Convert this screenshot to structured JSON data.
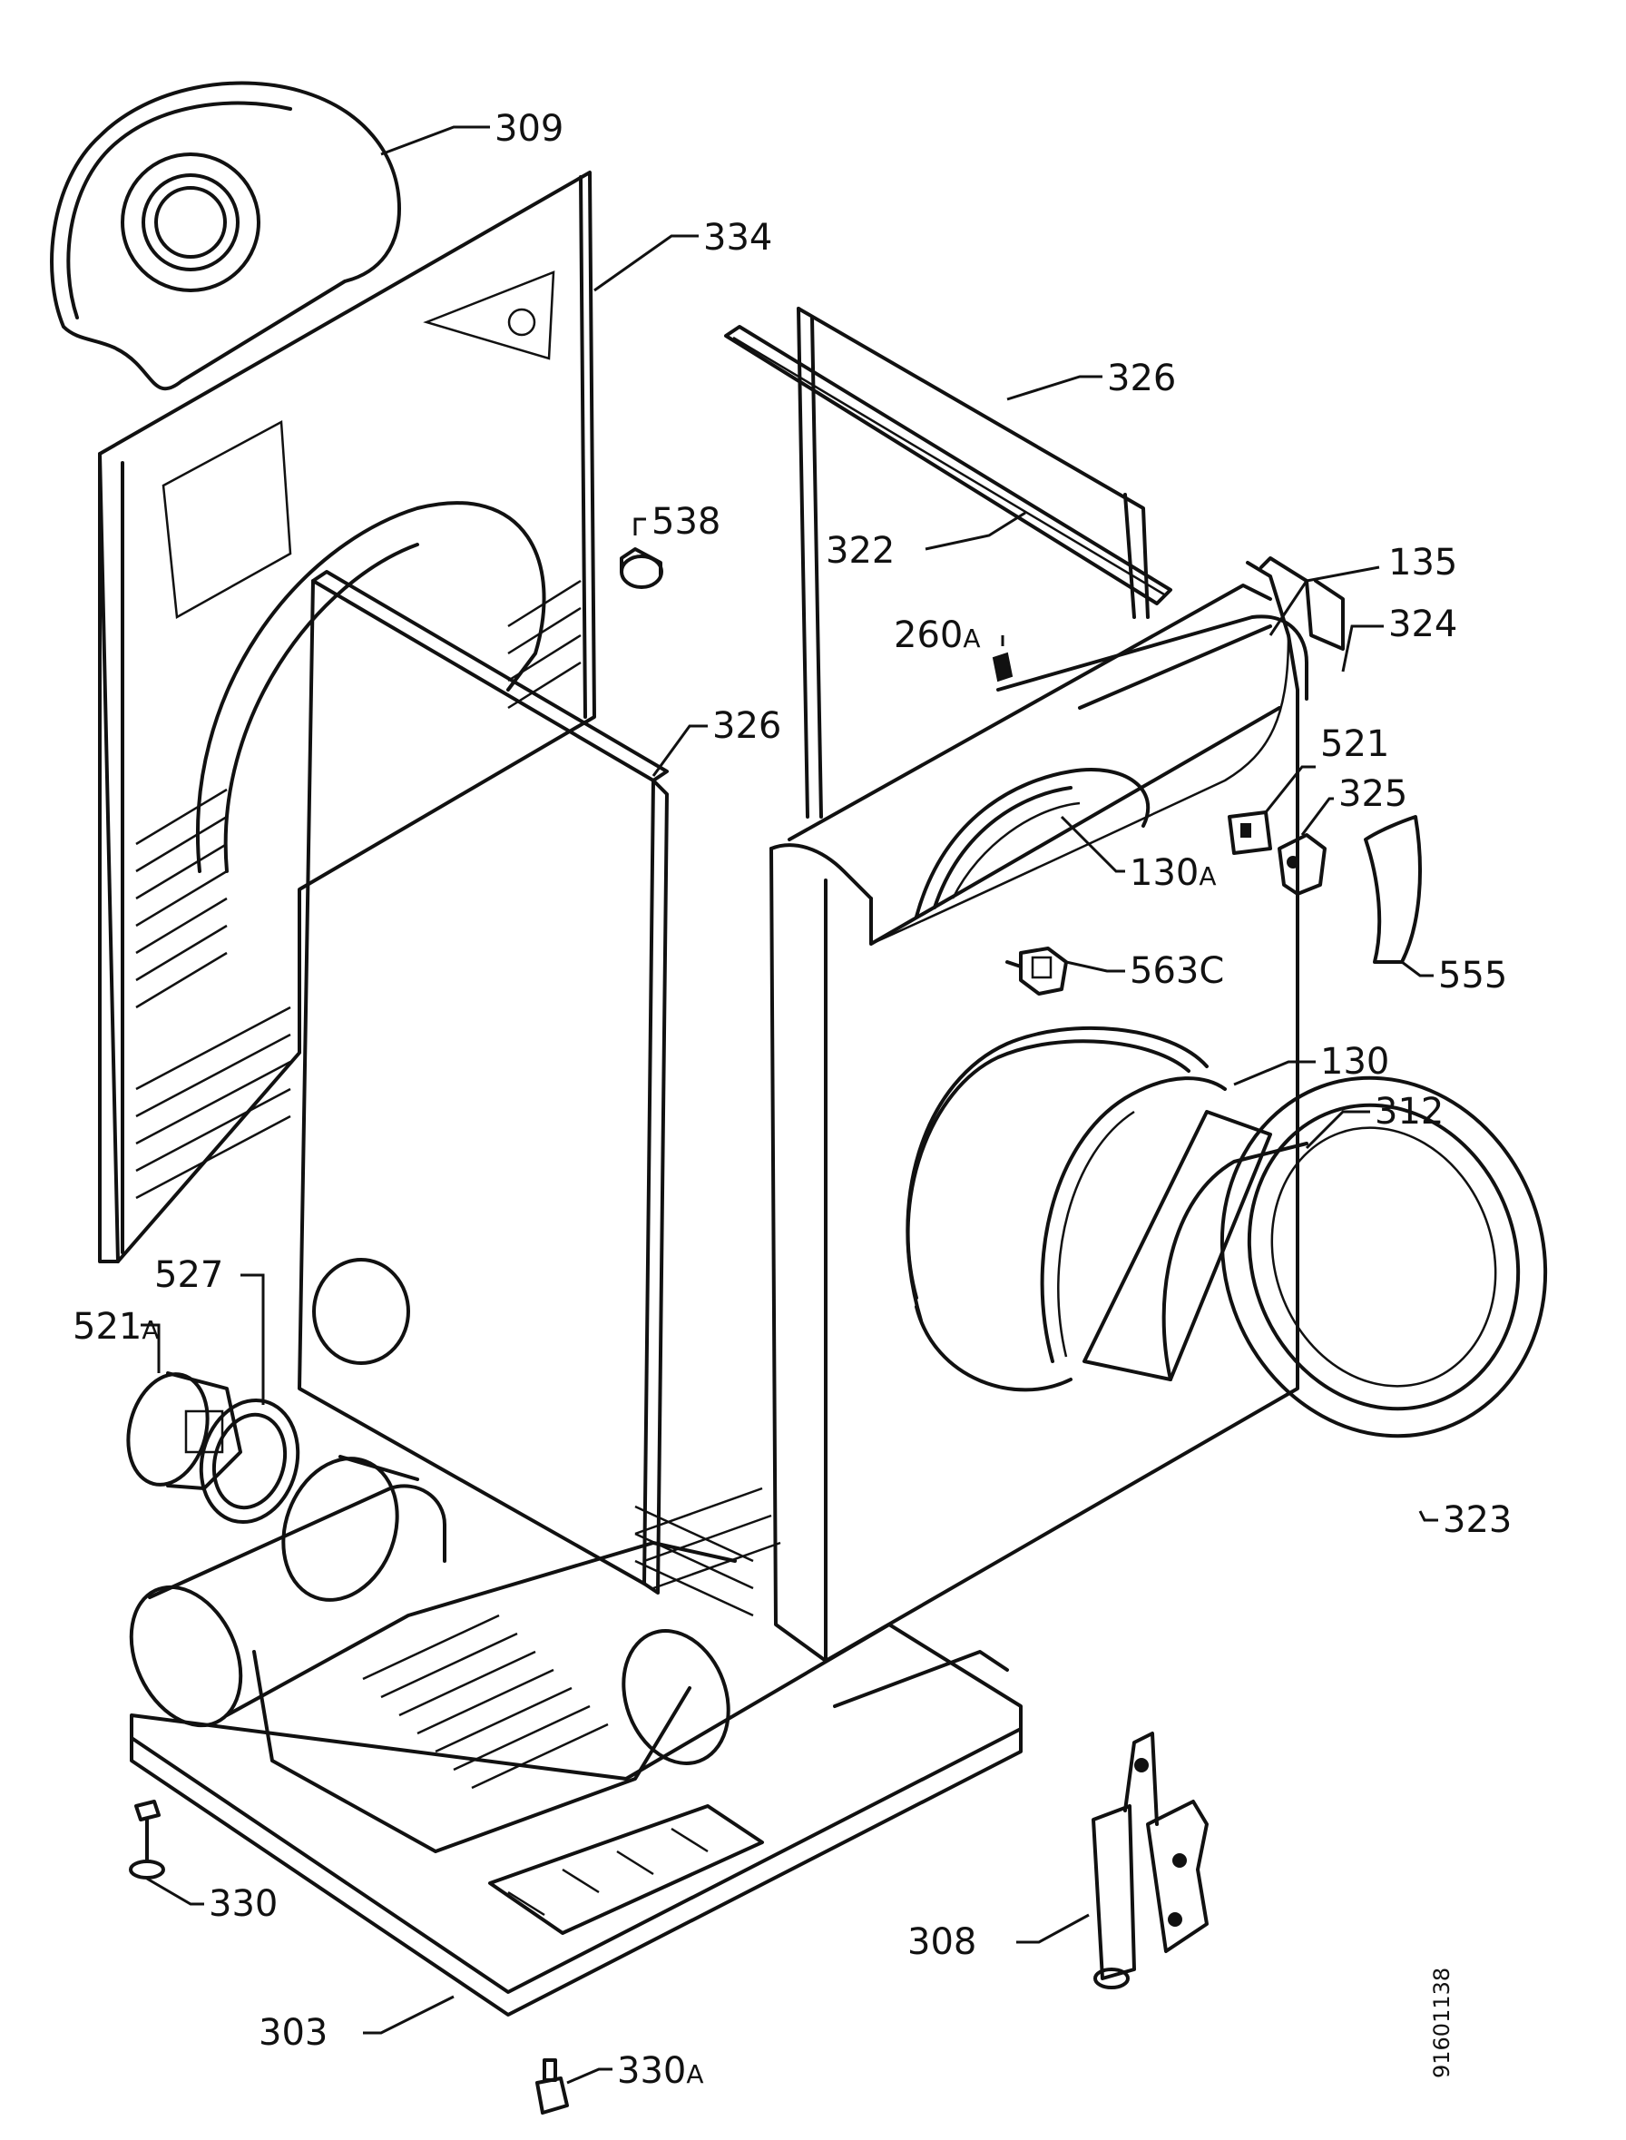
{
  "labels": {
    "l309": "309",
    "l334": "334",
    "l326_top": "326",
    "l538": "538",
    "l322": "322",
    "l135": "135",
    "l260A": "260",
    "l260A_suffix": "A",
    "l324": "324",
    "l326_mid": "326",
    "l521": "521",
    "l325": "325",
    "l130A": "130",
    "l130A_suffix": "A",
    "l555": "555",
    "l563C": "563C",
    "l130": "130",
    "l312": "312",
    "l527": "527",
    "l521A": "521",
    "l521A_suffix": "A",
    "l323": "323",
    "l330": "330",
    "l308": "308",
    "l303": "303",
    "l330A": "330",
    "l330A_suffix": "A"
  },
  "document_id": "91601138"
}
